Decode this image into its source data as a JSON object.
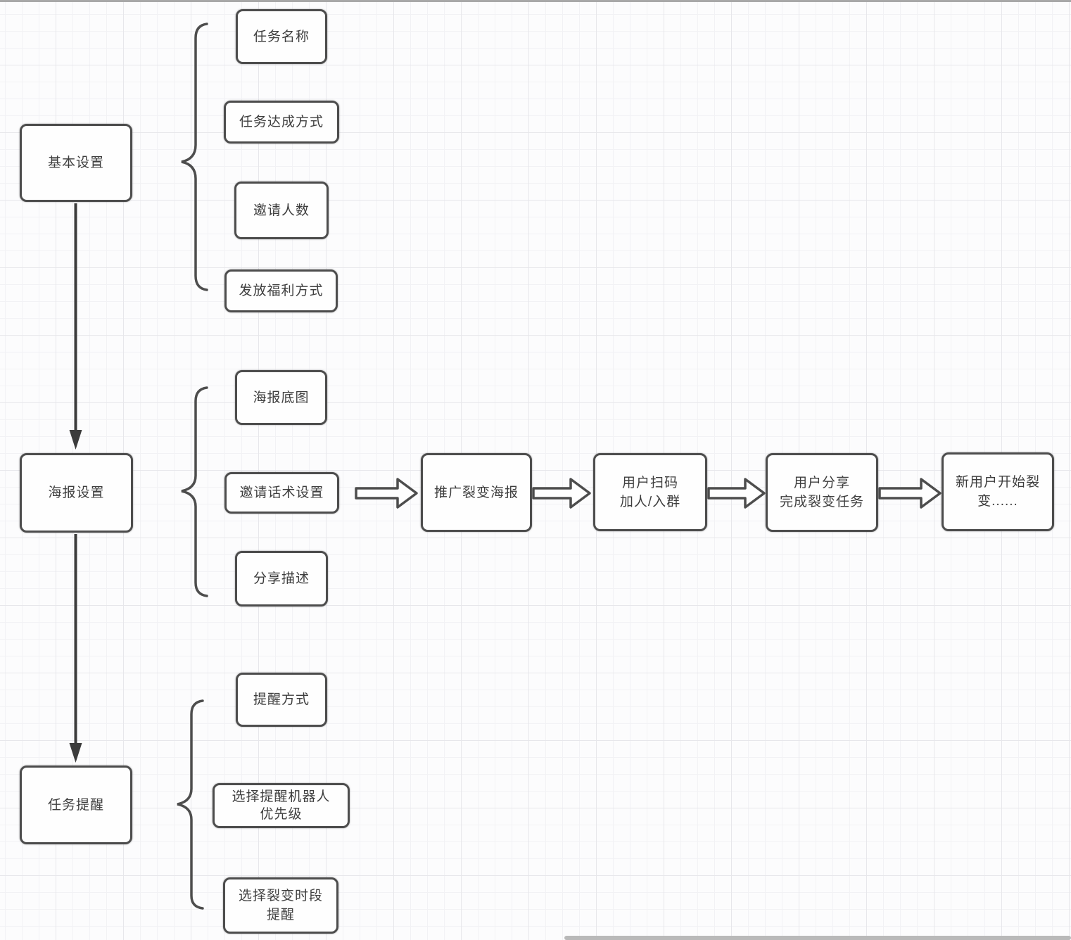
{
  "canvas": {
    "grid_minor": "#f2f2f5",
    "grid_major": "#e7e7eb",
    "node_fill": "#fefefe",
    "shape_stroke": "#4d4d4d",
    "line_color": "#3c3c3c",
    "text_color": "#3e3e3e",
    "scrollbar": "#b9b9b9",
    "top_bar": "#a8a8a8"
  },
  "nodes": {
    "basic_settings": {
      "label": "基本设置"
    },
    "task_name": {
      "label": "任务名称"
    },
    "task_method": {
      "label": "任务达成方式"
    },
    "invite_count": {
      "label": "邀请人数"
    },
    "welfare_method": {
      "label": "发放福利方式"
    },
    "poster_settings": {
      "label": "海报设置"
    },
    "poster_base": {
      "label": "海报底图"
    },
    "invite_script": {
      "label": "邀请话术设置"
    },
    "share_desc": {
      "label": "分享描述"
    },
    "task_reminder": {
      "label": "任务提醒"
    },
    "reminder_method": {
      "label": "提醒方式"
    },
    "robot_priority": {
      "line1": "选择提醒机器人",
      "line2": "优先级"
    },
    "fission_time": {
      "line1": "选择裂变时段",
      "line2": "提醒"
    },
    "promo_poster": {
      "label": "推广裂变海报"
    },
    "user_scan": {
      "line1": "用户扫码",
      "line2": "加人/入群"
    },
    "user_share": {
      "line1": "用户分享",
      "line2": "完成裂变任务"
    },
    "new_user": {
      "line1": "新用户开始裂",
      "line2": "变......"
    }
  }
}
